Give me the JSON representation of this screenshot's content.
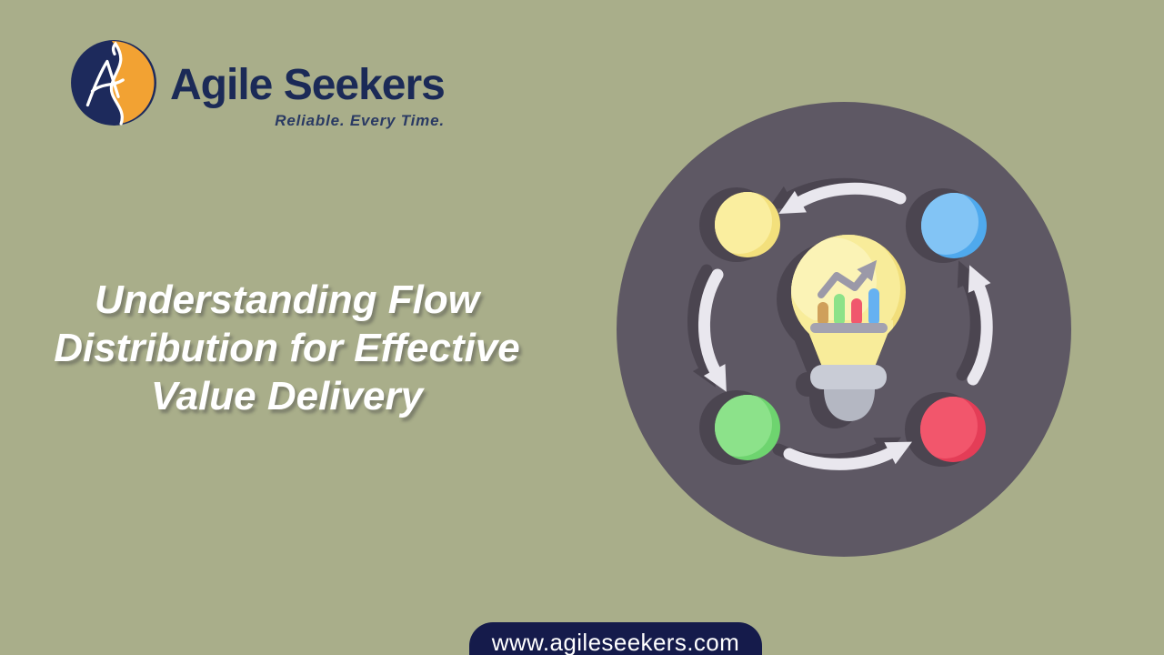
{
  "page": {
    "background": "#a9ae8a"
  },
  "brand": {
    "name": "Agile Seekers",
    "tagline": "Reliable. Every Time.",
    "colors": {
      "navy": "#1b2a57",
      "orange": "#f2a233",
      "white": "#ffffff"
    }
  },
  "title": {
    "lines": [
      "Understanding Flow",
      "Distribution for Effective",
      "Value Delivery"
    ],
    "color": "#ffffff"
  },
  "footer": {
    "website": "www.agileseekers.com",
    "pill_color": "#151b4b"
  },
  "illustration": {
    "name": "flow-cycle-lightbulb",
    "backdrop_color": "#5e5864",
    "shadow_color": "#4b4550",
    "arrow_color": "#e9e7ee",
    "nodes": [
      {
        "id": "yellow-node",
        "color": "#f3e07c",
        "highlight": "#faee9f"
      },
      {
        "id": "blue-node",
        "color": "#4fa9ed",
        "highlight": "#82c4f5"
      },
      {
        "id": "green-node",
        "color": "#6ed46f",
        "highlight": "#8ce28a"
      },
      {
        "id": "red-node",
        "color": "#e43d57",
        "highlight": "#f2566c"
      }
    ],
    "bulb": {
      "body": "#f8ec9a",
      "body_dark": "#f1de7b",
      "body_highlight": "#fbf3b6",
      "base_cap": "#c9ccd6",
      "base_dome": "#b4b7c2",
      "chart_line": "#9b99a8",
      "chart_bars": [
        "#cfa05b",
        "#8ce289",
        "#f0586d",
        "#66b1f1"
      ]
    }
  }
}
